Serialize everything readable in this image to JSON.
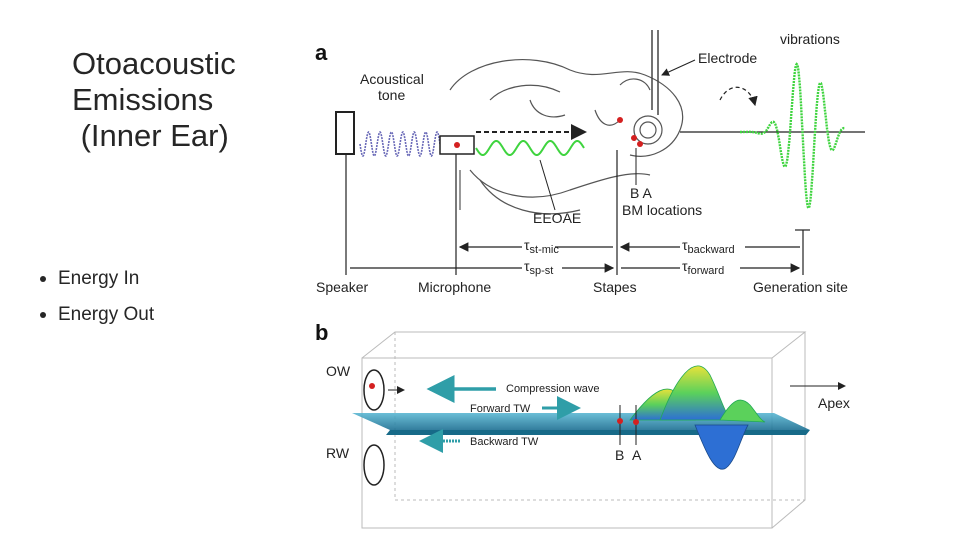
{
  "slide": {
    "title_lines": [
      "Otoacoustic",
      "Emissions",
      " (Inner Ear)"
    ],
    "bullets": [
      "Energy In",
      "Energy Out"
    ]
  },
  "figure_a": {
    "panel_label": "a",
    "acoustical_tone": [
      "Acoustical",
      "tone"
    ],
    "electrode": "Electrode",
    "vibrations": "vibrations",
    "eeoae": "EEOAE",
    "locations": "B A",
    "bm_locations": "BM locations",
    "tau_st_mic": "τ",
    "tau_st_mic_sub": "st-mic",
    "tau_sp_st": "τ",
    "tau_sp_st_sub": "sp-st",
    "tau_backward": "τ",
    "tau_backward_sub": "backward",
    "tau_forward": "τ",
    "tau_forward_sub": "forward",
    "speaker": "Speaker",
    "microphone": "Microphone",
    "stapes": "Stapes",
    "generation_site": "Generation site"
  },
  "figure_b": {
    "panel_label": "b",
    "ow": "OW",
    "rw": "RW",
    "compression_wave": "Compression wave",
    "forward_tw": "Forward TW",
    "backward_tw": "Backward TW",
    "apex": "Apex",
    "b": "B",
    "a": "A"
  },
  "colors": {
    "tone_wave": "#6a6ab8",
    "emission_wave": "#3fd43f",
    "marker": "#d42020",
    "membrane": "#2a8fb0",
    "arrow_teal": "#2f9ea8"
  }
}
